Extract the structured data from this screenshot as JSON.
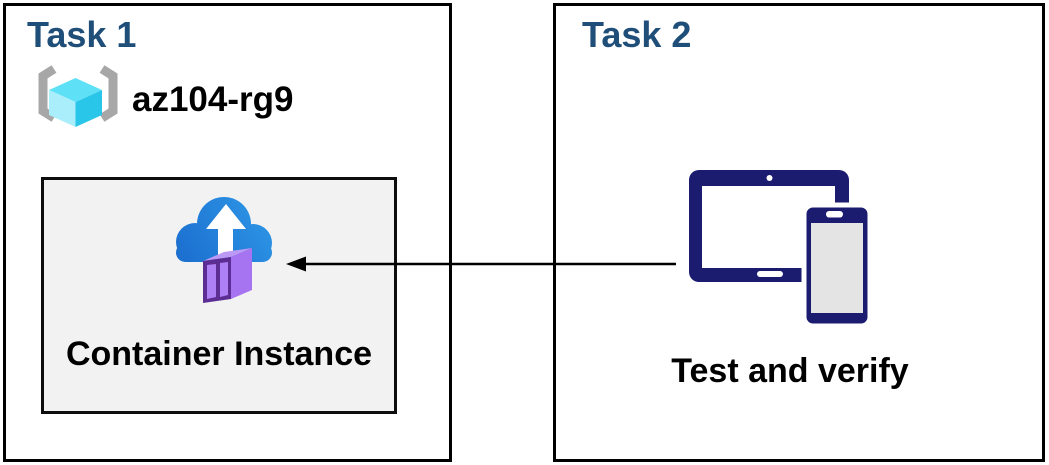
{
  "diagram": {
    "task1": {
      "title": "Task 1",
      "resource_group": {
        "name": "az104-rg9",
        "icon": "azure-resource-group-icon"
      },
      "container_instance": {
        "label": "Container Instance",
        "icon": "container-instance-cloud-upload-icon"
      }
    },
    "task2": {
      "title": "Task 2",
      "label": "Test and verify",
      "icon": "devices-tablet-phone-icon"
    },
    "connector": {
      "type": "arrow",
      "from": "task2-devices",
      "to": "container-instance",
      "direction": "right-to-left"
    },
    "colors": {
      "title_blue": "#1F4E79",
      "text_black": "#000000",
      "box_border": "#000000",
      "inner_box_fill": "#f2f2f2",
      "device_navy": "#1b1b70",
      "phone_screen_gray": "#e4e4e4",
      "cloud_blue_dark": "#1a6bcd",
      "cloud_blue_light": "#2f9ae8",
      "container_purple_frame": "#5c2e94",
      "container_purple_panel": "#ae80f5",
      "container_purple_top": "#bd99f6",
      "container_purple_side": "#a674f0",
      "cube_top": "#5ee0f6",
      "cube_left": "#aaeefc",
      "cube_right": "#2ac6e9",
      "bracket_gray": "#a7a7a7"
    }
  }
}
